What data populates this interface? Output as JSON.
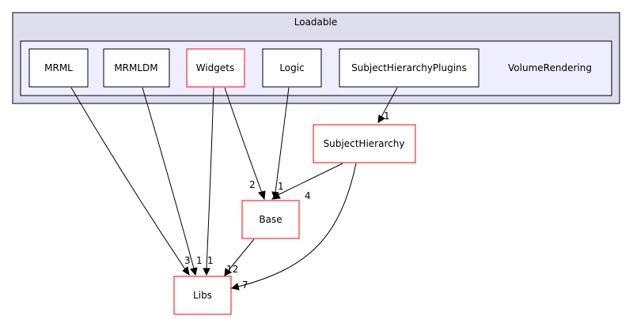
{
  "clusters": {
    "outer": {
      "label": "Loadable"
    },
    "inner": {
      "label": "VolumeRendering"
    }
  },
  "nodes": {
    "mrml": "MRML",
    "mrmldm": "MRMLDM",
    "widgets": "Widgets",
    "logic": "Logic",
    "shplugins": "SubjectHierarchyPlugins",
    "subjecthierarchy": "SubjectHierarchy",
    "base": "Base",
    "libs": "Libs"
  },
  "edges": [
    {
      "from": "SubjectHierarchyPlugins",
      "to": "SubjectHierarchy",
      "label": "1"
    },
    {
      "from": "Widgets",
      "to": "Base",
      "label": "2"
    },
    {
      "from": "Logic",
      "to": "Base",
      "label": "1"
    },
    {
      "from": "SubjectHierarchy",
      "to": "Base",
      "label": "4"
    },
    {
      "from": "MRML",
      "to": "Libs",
      "label": "3"
    },
    {
      "from": "MRMLDM",
      "to": "Libs",
      "label": "1"
    },
    {
      "from": "Widgets",
      "to": "Libs",
      "label": "1"
    },
    {
      "from": "Base",
      "to": "Libs",
      "label": "12"
    },
    {
      "from": "SubjectHierarchy",
      "to": "Libs",
      "label": "7"
    }
  ],
  "colors": {
    "outer_fill": "#ddddee",
    "inner_fill": "#eeeeff",
    "external_node_border": "#ff0000",
    "internal_node_border": "#000000"
  }
}
